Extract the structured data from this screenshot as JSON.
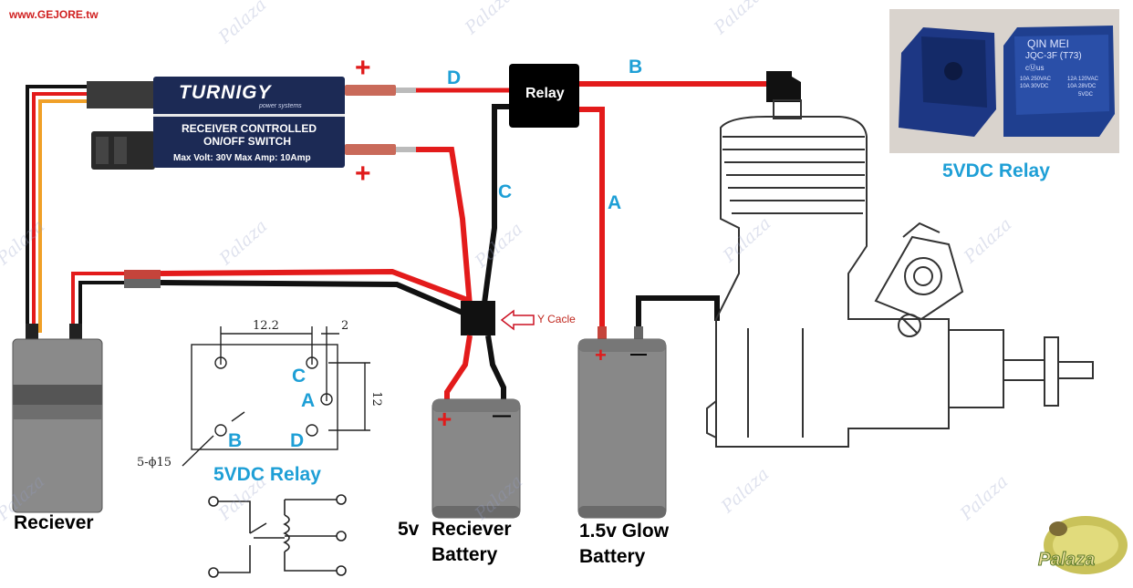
{
  "source_url": "www.GEJORE.tw",
  "switch": {
    "brand": "TURNIGY",
    "tagline": "power systems",
    "line1": "RECEIVER CONTROLLED",
    "line2": "ON/OFF SWITCH",
    "specs": "Max Volt: 30V   Max Amp: 10Amp",
    "plus_top": "+",
    "plus_bottom": "+"
  },
  "relay_box": {
    "label": "Relay"
  },
  "wires": {
    "a": "A",
    "b": "B",
    "c": "C",
    "d": "D"
  },
  "y_cable": {
    "label": "Y Cacle"
  },
  "receiver": {
    "label": "Reciever"
  },
  "receiver_battery": {
    "voltage": "5v",
    "line1": "Reciever",
    "line2": "Battery",
    "plus": "+",
    "minus": "—"
  },
  "glow_battery": {
    "line1": "1.5v Glow",
    "line2": "Battery",
    "plus": "+",
    "minus": "—"
  },
  "relay_drawing": {
    "dim_width": "12.2",
    "dim_gap": "2",
    "dim_height": "12",
    "hole_spec": "5-ϕ15",
    "pin_c": "C",
    "pin_a": "A",
    "pin_b": "B",
    "pin_d": "D",
    "caption": "5VDC Relay"
  },
  "relay_photo": {
    "brand": "QIN MEI",
    "model": "JQC-3F (T73)",
    "cert": "cⓊus",
    "rating_col1": [
      "10A 250VAC",
      "10A 30VDC"
    ],
    "rating_col2": [
      "12A 120VAC",
      "10A 28VDC"
    ],
    "coil": "5VDC",
    "caption": "5VDC Relay"
  },
  "watermark": "Palaza",
  "logo": {
    "text": "Palaza"
  },
  "colors": {
    "wire_red": "#e31b1b",
    "wire_black": "#111111",
    "label_blue": "#1e9fd6",
    "switch_navy": "#1c2a55",
    "relay_blue": "#1f3f8f"
  }
}
